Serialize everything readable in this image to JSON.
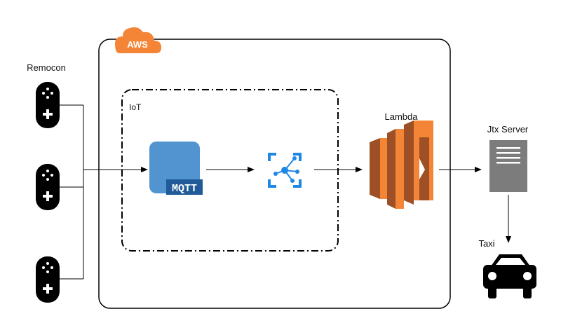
{
  "labels": {
    "cloud": "AWS",
    "iot_group": "IoT",
    "mqtt": "MQTT",
    "lambda": "Lambda",
    "server": "Jtx Server",
    "remocon": "Remocon",
    "taxi": "Taxi"
  },
  "colors": {
    "aws_orange": "#f58536",
    "mqtt_blue": "#5294cf",
    "mqtt_dark": "#205b98",
    "iot_blue": "#1e88e5",
    "lambda_orange": "#f58536",
    "lambda_dark": "#9d5025",
    "server_gray": "#7d7c7c",
    "black": "#000000"
  },
  "icons": [
    "game-controller-icon",
    "mqtt-icon",
    "iot-hub-icon",
    "lambda-icon",
    "server-icon",
    "taxi-icon",
    "aws-cloud-icon"
  ]
}
